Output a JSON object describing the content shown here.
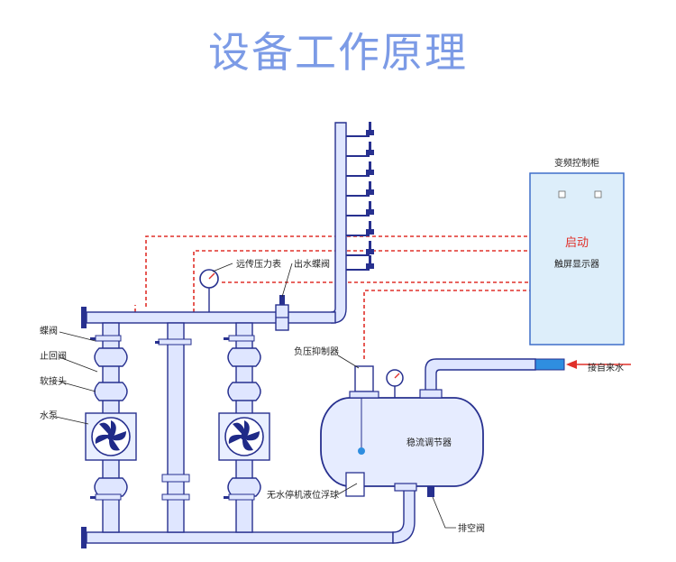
{
  "title": "设备工作原理",
  "labels": {
    "control_cabinet": "变频控制柜",
    "start": "启动",
    "touch_screen": "触屏显示器",
    "remote_gauge": "远传压力表",
    "outlet_valve": "出水蝶阀",
    "butterfly_valve": "蝶阀",
    "check_valve": "止回阀",
    "flex_joint": "软接头",
    "pump": "水泵",
    "negative_pressure": "负压抑制器",
    "tap_water": "接自来水",
    "stabilizer": "稳流调节器",
    "float_ball": "无水停机液位浮球",
    "drain_valve": "排空阀"
  },
  "colors": {
    "title": "#7c9be6",
    "pipe_fill": "#dfe6ff",
    "pipe_stroke": "#27308f",
    "signal_line": "#e0302a",
    "cabinet_fill": "#ddeefa",
    "cabinet_border": "#3f6fc9",
    "start_text": "#e0302a",
    "water": "#2f8ee0"
  }
}
